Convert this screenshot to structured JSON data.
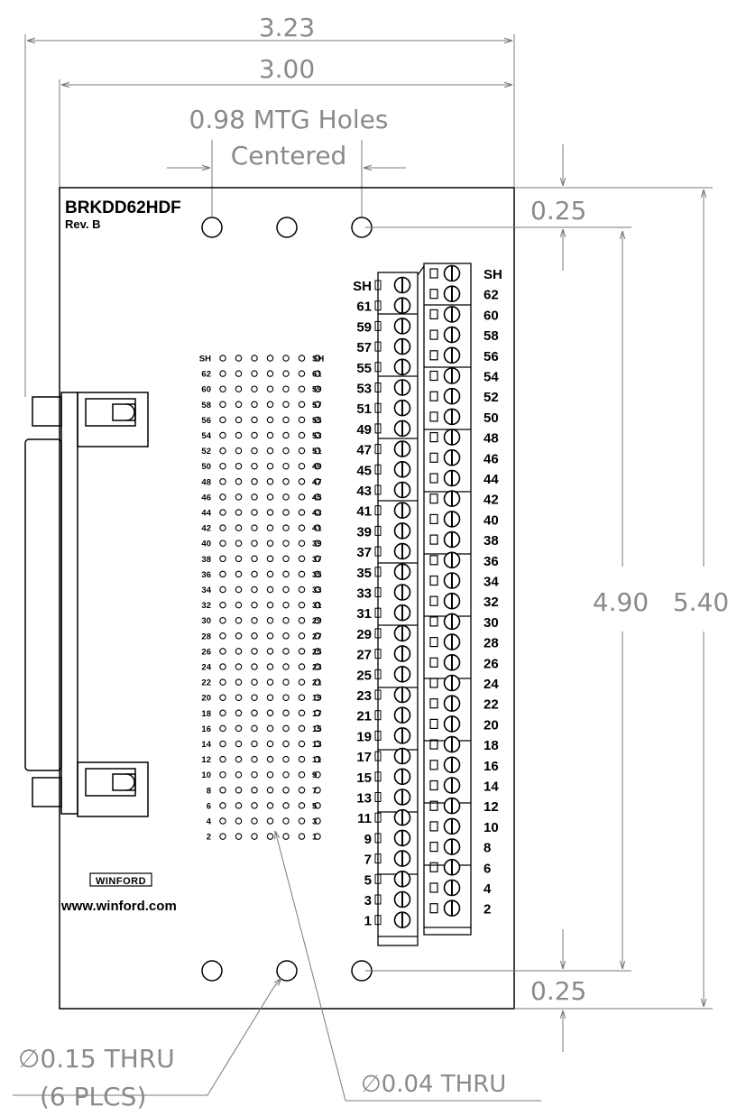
{
  "dimensions": {
    "overall_width": "3.23",
    "board_width": "3.00",
    "mtg_holes_line1": "0.98 MTG Holes",
    "mtg_holes_line2": "Centered",
    "top_offset": "0.25",
    "bottom_offset": "0.25",
    "hole_span": "4.90",
    "board_height": "5.40"
  },
  "board": {
    "part_number": "BRKDD62HDF",
    "revision": "Rev. B",
    "logo_text": "WINFORD",
    "website": "www.winford.com"
  },
  "callouts": {
    "mounting_hole_line1": "∅0.15 THRU",
    "mounting_hole_line2": "(6 PLCS)",
    "pad_hole": "∅0.04 THRU"
  },
  "pad_grid": {
    "columns": 7,
    "left_labels": [
      "SH",
      "62",
      "60",
      "58",
      "56",
      "54",
      "52",
      "50",
      "48",
      "46",
      "44",
      "42",
      "40",
      "38",
      "36",
      "34",
      "32",
      "30",
      "28",
      "26",
      "24",
      "22",
      "20",
      "18",
      "16",
      "14",
      "12",
      "10",
      "8",
      "6",
      "4",
      "2"
    ],
    "right_labels": [
      "SH",
      "61",
      "59",
      "57",
      "55",
      "53",
      "51",
      "49",
      "47",
      "45",
      "43",
      "41",
      "39",
      "37",
      "35",
      "33",
      "31",
      "29",
      "27",
      "25",
      "23",
      "21",
      "19",
      "17",
      "15",
      "13",
      "11",
      "9",
      "7",
      "5",
      "3",
      "1"
    ]
  },
  "terminal_block": {
    "left_labels": [
      "SH",
      "61",
      "59",
      "57",
      "55",
      "53",
      "51",
      "49",
      "47",
      "45",
      "43",
      "41",
      "39",
      "37",
      "35",
      "33",
      "31",
      "29",
      "27",
      "25",
      "23",
      "21",
      "19",
      "17",
      "15",
      "13",
      "11",
      "9",
      "7",
      "5",
      "3",
      "1"
    ],
    "right_labels": [
      "SH",
      "62",
      "60",
      "58",
      "56",
      "54",
      "52",
      "50",
      "48",
      "46",
      "44",
      "42",
      "40",
      "38",
      "36",
      "34",
      "32",
      "30",
      "28",
      "26",
      "24",
      "22",
      "20",
      "18",
      "16",
      "14",
      "12",
      "10",
      "8",
      "6",
      "4",
      "2"
    ]
  }
}
